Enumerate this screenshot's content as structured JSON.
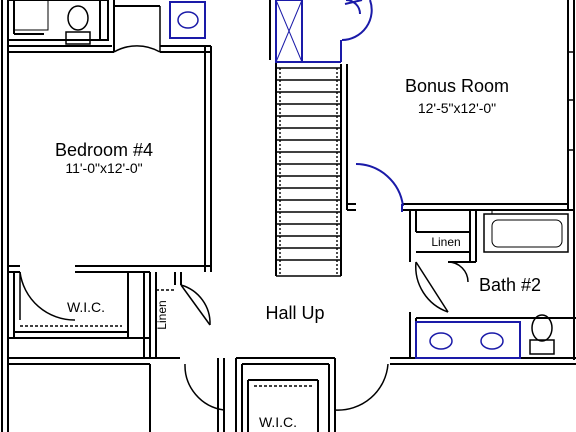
{
  "rooms": {
    "bonus_room": {
      "name": "Bonus Room",
      "dims": "12'-5\"x12'-0\""
    },
    "bedroom_4": {
      "name": "Bedroom #4",
      "dims": "11'-0\"x12'-0\""
    },
    "bath_2": {
      "name": "Bath #2"
    },
    "hall": {
      "name": "Hall Up"
    },
    "wic_left": {
      "name": "W.I.C."
    },
    "wic_bottom": {
      "name": "W.I.C."
    },
    "linen_hall": {
      "name": "Linen"
    },
    "linen_bath": {
      "name": "Linen"
    }
  },
  "colors": {
    "wall": "#000000",
    "fixture": "#1a1aa8",
    "background": "#ffffff"
  }
}
